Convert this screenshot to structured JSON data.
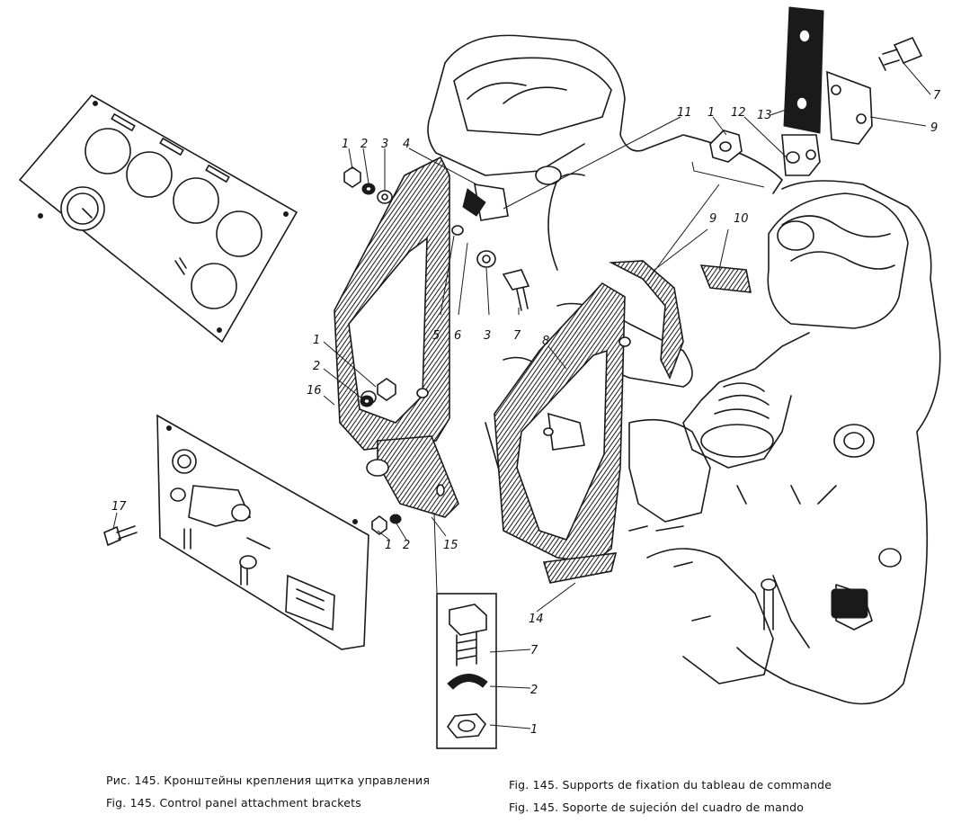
{
  "callouts": {
    "c1a": "1",
    "c2a": "2",
    "c3a": "3",
    "c4": "4",
    "c11": "11",
    "c5": "5",
    "c6": "6",
    "c3b": "3",
    "c7a": "7",
    "c1b": "1",
    "c2b": "2",
    "c16": "16",
    "c1c": "1",
    "c2c": "2",
    "c15": "15",
    "c17": "17",
    "c8": "8",
    "c9a": "9",
    "c10": "10",
    "c14": "14",
    "c1d": "1",
    "c12": "12",
    "c13": "13",
    "c9b": "9",
    "c7b": "7",
    "c7c": "7",
    "c2d": "2",
    "c1e": "1"
  },
  "captions": {
    "ru": "Рис. 145. Кронштейны крепления щитка управления",
    "en": "Fig. 145. Control panel attachment brackets",
    "fr": "Fig. 145. Supports de fixation du tableau de commande",
    "es": "Fig. 145. Soporte de sujeción del cuadro de mando"
  },
  "colors": {
    "ink": "#1a1a1a",
    "paper": "#ffffff"
  }
}
